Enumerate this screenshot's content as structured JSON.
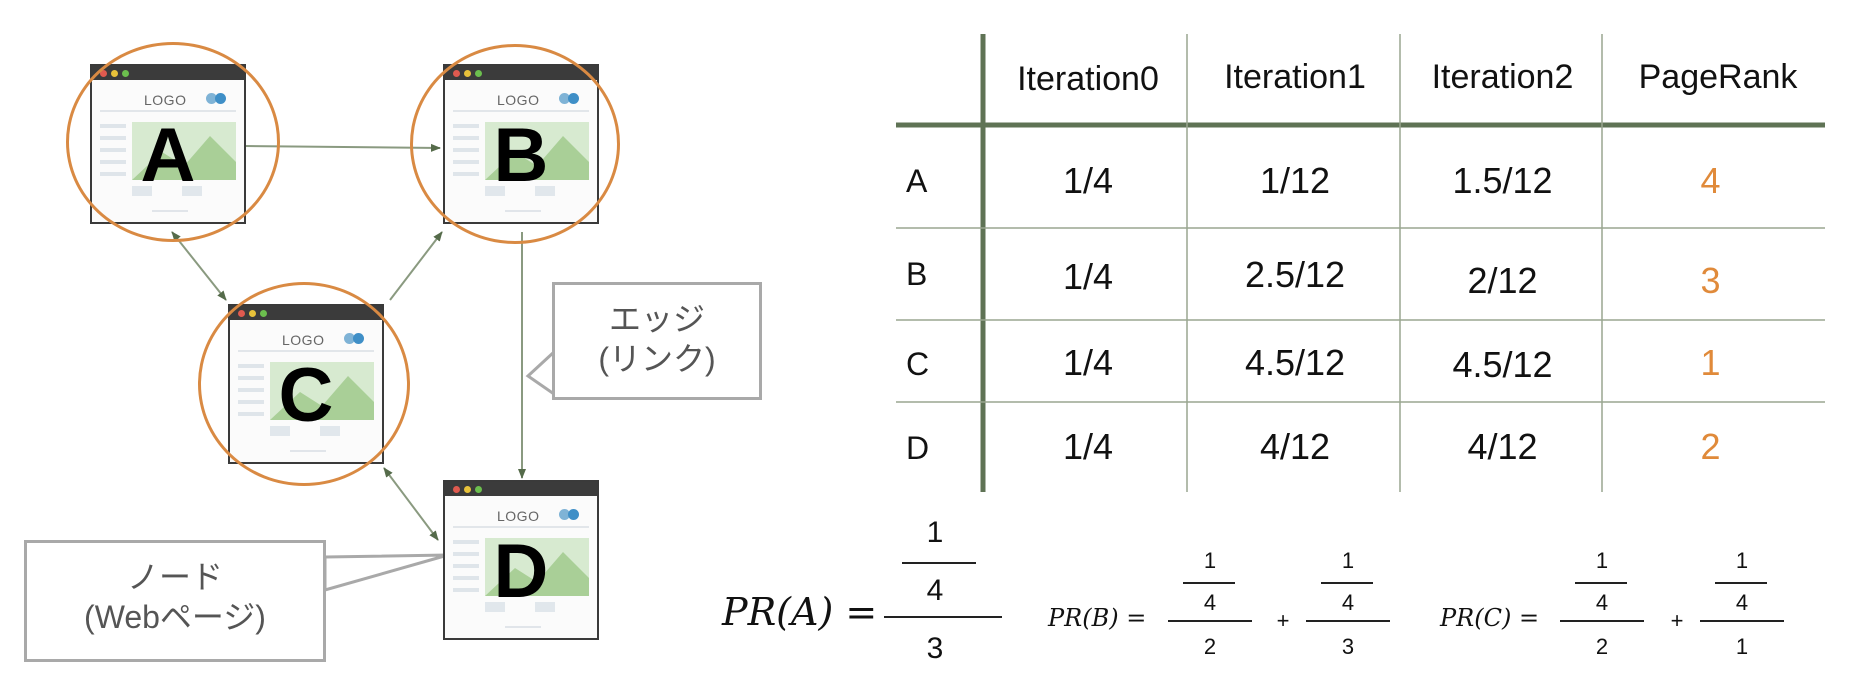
{
  "nodes": [
    {
      "id": "A",
      "logo": "LOGO",
      "letter": "A"
    },
    {
      "id": "B",
      "logo": "LOGO",
      "letter": "B"
    },
    {
      "id": "C",
      "logo": "LOGO",
      "letter": "C"
    },
    {
      "id": "D",
      "logo": "LOGO",
      "letter": "D"
    }
  ],
  "callouts": {
    "edge": {
      "line1": "エッジ",
      "line2": "(リンク)"
    },
    "node": {
      "line1": "ノード",
      "line2": "(Webページ)"
    }
  },
  "table": {
    "headers": [
      "Iteration0",
      "Iteration1",
      "Iteration2",
      "PageRank"
    ],
    "rows": [
      {
        "label": "A",
        "values": [
          "1/4",
          "1/12",
          "1.5/12",
          "4"
        ]
      },
      {
        "label": "B",
        "values": [
          "1/4",
          "2.5/12",
          "2/12",
          "3"
        ]
      },
      {
        "label": "C",
        "values": [
          "1/4",
          "4.5/12",
          "4.5/12",
          "1"
        ]
      },
      {
        "label": "D",
        "values": [
          "1/4",
          "4/12",
          "4/12",
          "2"
        ]
      }
    ]
  },
  "formulas": {
    "pa": {
      "lhs": "PR(A) =",
      "top": "1",
      "mid": "4",
      "bottom": "3"
    },
    "pb": {
      "lhs": "PR(B) =",
      "t1": "1",
      "m1": "4",
      "b1": "2",
      "plus": "+",
      "t2": "1",
      "m2": "4",
      "b2": "3"
    },
    "pc": {
      "lhs": "PR(C) =",
      "t1": "1",
      "m1": "4",
      "b1": "2",
      "plus": "+",
      "t2": "1",
      "m2": "4",
      "b2": "1"
    }
  },
  "colors": {
    "ring": "#d98a43",
    "rank": "#e08a3a",
    "grid": "#5f7355",
    "edge": "#556b4a"
  }
}
